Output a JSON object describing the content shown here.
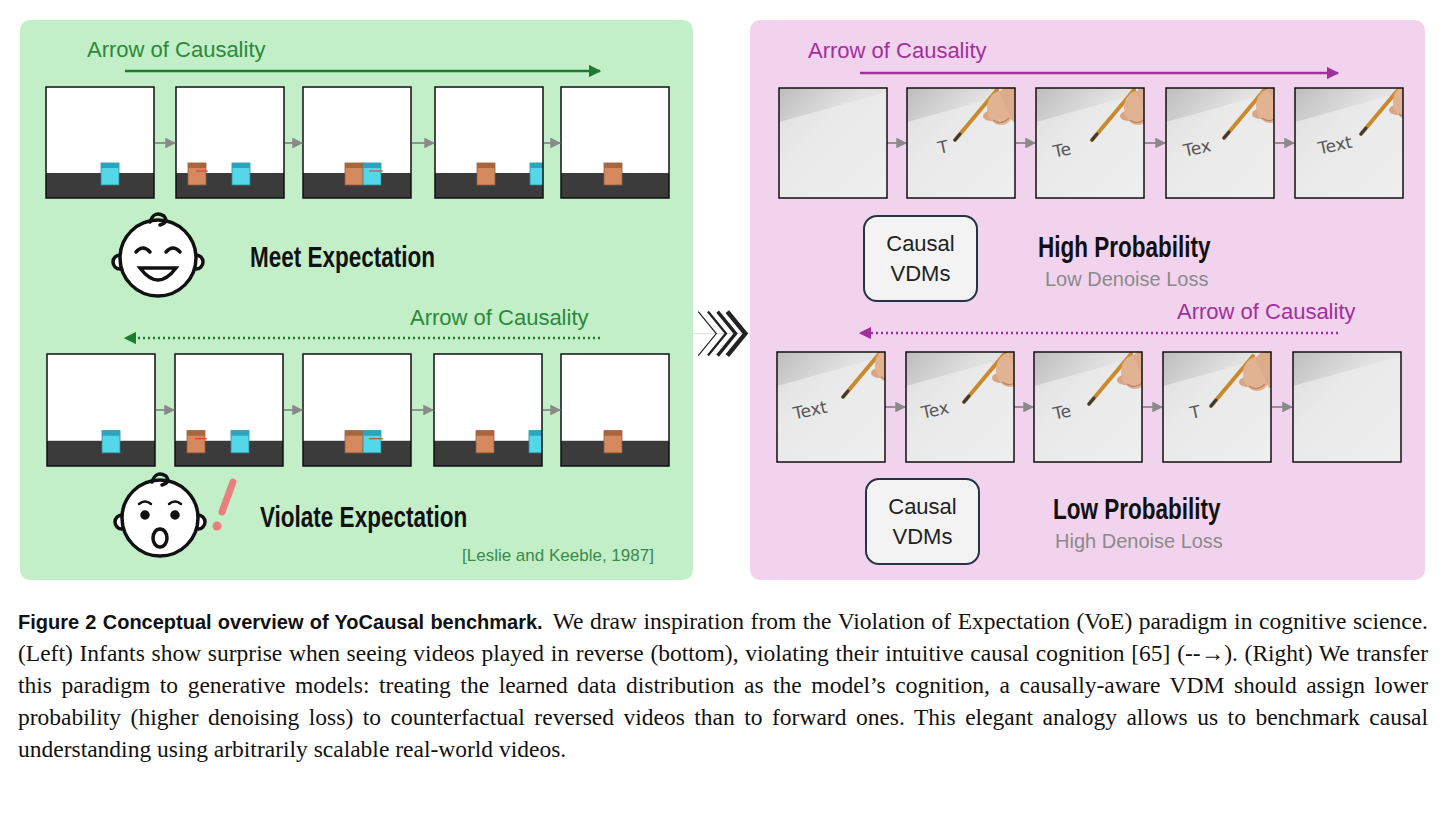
{
  "diagram": {
    "title": "Figure 2 Conceptual overview of YoCausal benchmark.",
    "caption": "We draw inspiration from the Violation of Expectation (VoE) paradigm in cognitive science. (Left) Infants show surprise when seeing videos played in reverse (bottom), violating their intuitive causal cognition [65] (--→). (Right) We transfer this paradigm to generative models: treating the learned data distribution as the model’s cognition, a causally-aware VDM should assign lower probability (higher denoising loss) to counterfactual reversed videos than to forward ones. This elegant analogy allows us to benchmark causal understanding using arbitrarily scalable real-world videos.",
    "nodes": [
      {
        "text": [
          "Arrow of Causality",
          "Meet Expectation",
          "Arrow of Causality",
          "Violate Expectation",
          "[Leslie and Keeble, 1987]"
        ]
      },
      {
        "text": [
          "Arrow of Causality",
          "High Probability",
          "Low Denoise Loss",
          "Arrow of Causality",
          "Low Probability",
          "High Denoise Loss"
        ]
      },
      {
        "text": [
          "Causal VDMs"
        ],
        "in": 1
      },
      {
        "text": [
          "Causal VDMs"
        ],
        "in": 1
      }
    ],
    "edges": [
      {
        "from": 0,
        "to": 1,
        "arrow": "to"
      }
    ],
    "labels": [
      "T",
      "Te",
      "Tex",
      "Text",
      "Text",
      "Tex",
      "Te",
      "T"
    ]
  }
}
